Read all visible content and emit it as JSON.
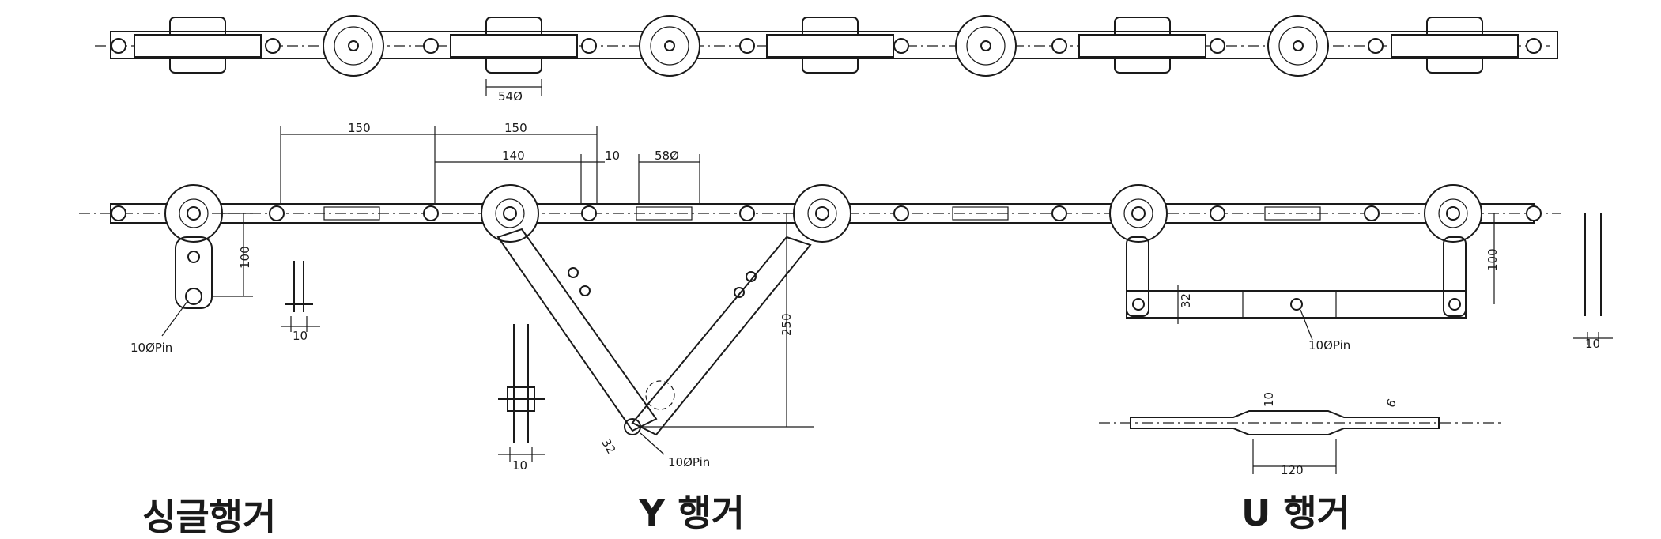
{
  "captions": {
    "single": "싱글행거",
    "y": "Y 행거",
    "u": "U 행거"
  },
  "dimensions": {
    "roller_dia": "54Ø",
    "pitch_a": "150",
    "pitch_b": "150",
    "inner": "140",
    "gap": "10",
    "link_dia": "58Ø",
    "single_drop": "100",
    "y_height": "250",
    "u_drop": "100",
    "u_bar": "32",
    "y_bar": "32",
    "u_len": "120",
    "u_h10": "10",
    "u_h6": "6",
    "w_single": "10",
    "w_y": "10",
    "w_u": "10",
    "pin_single": "10ØPin",
    "pin_y": "10ØPin",
    "pin_u": "10ØPin"
  },
  "colors": {
    "ink": "#1a1a1a",
    "paper": "#ffffff"
  }
}
